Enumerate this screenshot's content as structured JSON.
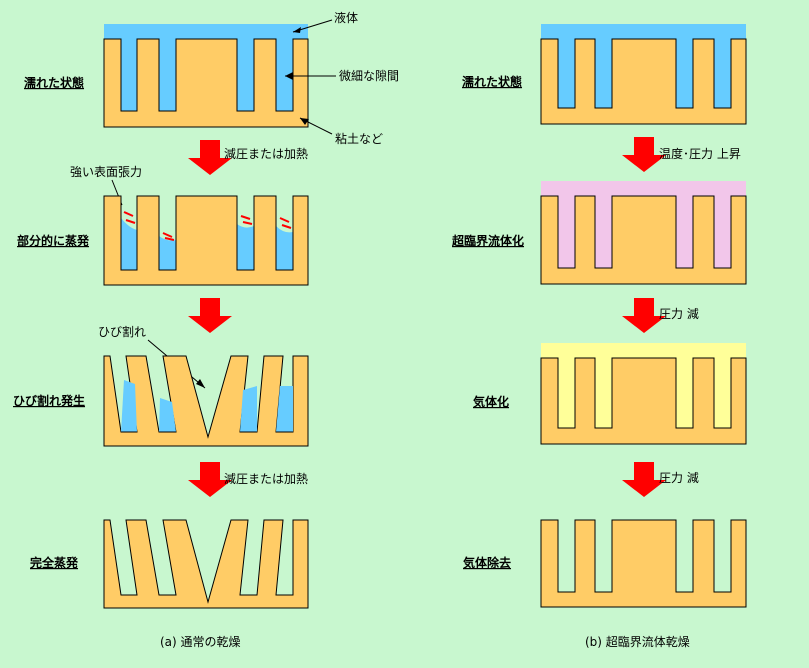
{
  "colors": {
    "background": "#c8f7cf",
    "substrate": "#ffcc66",
    "liquid": "#66ccff",
    "supercritical": "#f2c6ea",
    "gas": "#ffff99",
    "arrow": "#ff0000",
    "label_liquid": "#3366cc",
    "label_clay": "#cc8800",
    "label_tension": "#cc0000"
  },
  "left": {
    "caption": "(a) 通常の乾燥",
    "stages": [
      "濡れた状態",
      "部分的に蒸発",
      "ひび割れ発生",
      "完全蒸発"
    ],
    "steps": [
      "減圧または加熱",
      "減圧または加熱"
    ],
    "annotations": {
      "liquid": "液体",
      "gap": "微細な隙間",
      "clay": "粘土など",
      "tension": "強い表面張力",
      "crack": "ひび割れ"
    }
  },
  "right": {
    "caption": "(b) 超臨界流体乾燥",
    "stages": [
      "濡れた状態",
      "超臨界流体化",
      "気体化",
      "気体除去"
    ],
    "steps": [
      "温度･圧力 上昇",
      "圧力 減",
      "圧力 減"
    ]
  }
}
